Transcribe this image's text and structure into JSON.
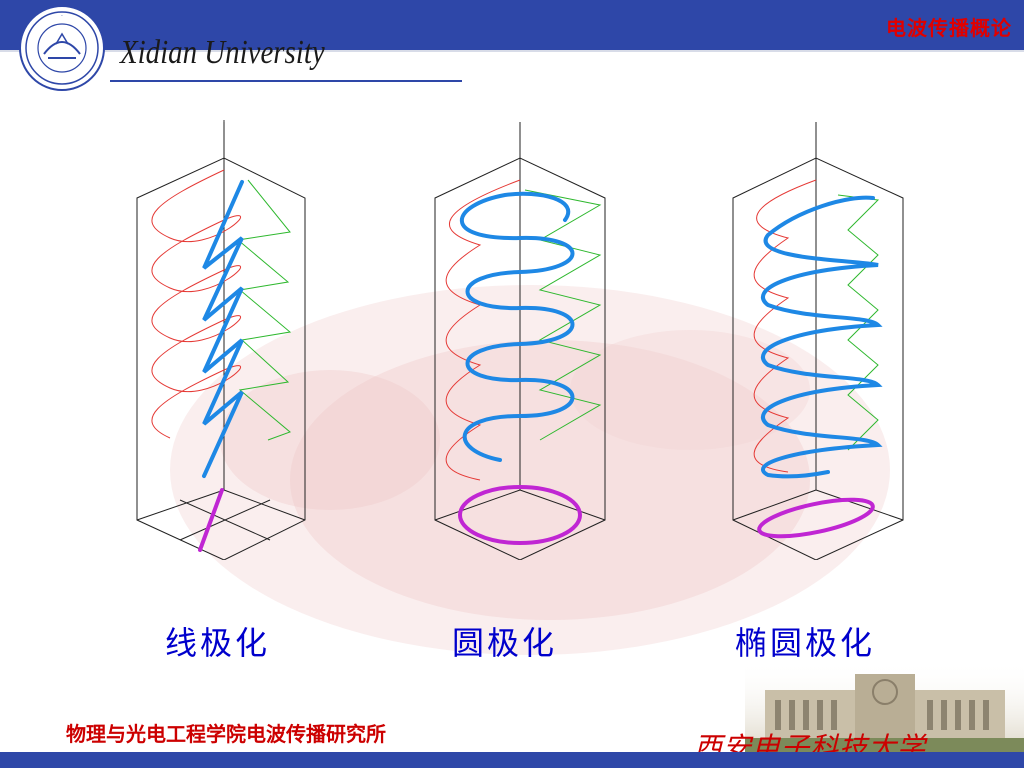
{
  "header": {
    "course_title": "电波传播概论",
    "university_name": "Xidian University",
    "logo_icon": "university-seal-icon"
  },
  "figures": [
    {
      "caption": "线极化",
      "polarization": "linear"
    },
    {
      "caption": "圆极化",
      "polarization": "circular"
    },
    {
      "caption": "椭圆极化",
      "polarization": "elliptical"
    }
  ],
  "colors": {
    "header_bar": "#2e47a8",
    "course_title": "#e00000",
    "caption": "#0000cc",
    "footer_text": "#cc0000",
    "total_field": "#1e88e5",
    "x_component": "#e53935",
    "y_component": "#2eb82e",
    "projection": "#c026d3"
  },
  "footer": {
    "institute": "物理与光电工程学院电波传播研究所",
    "university_cn": "西安电子科技大学"
  }
}
